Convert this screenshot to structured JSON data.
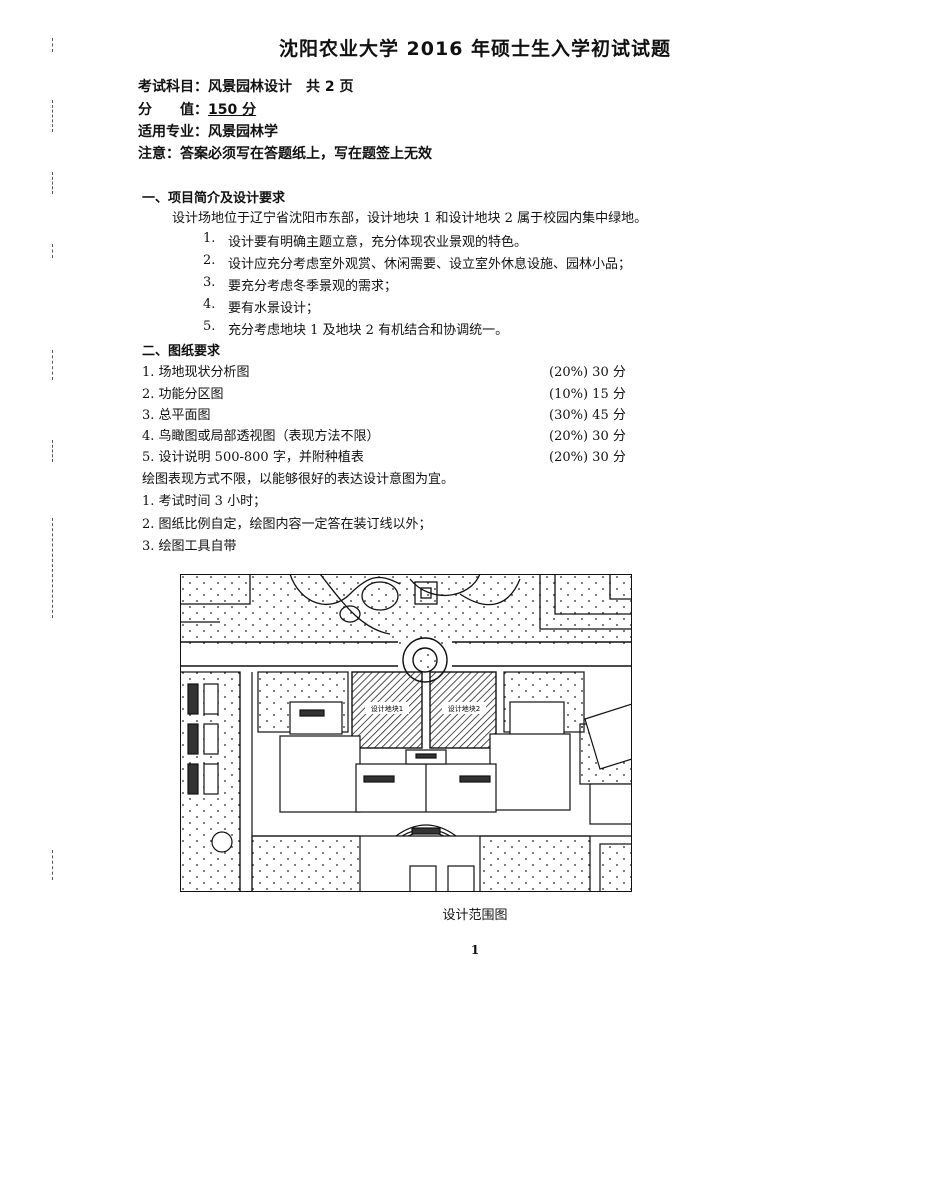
{
  "title": "沈阳农业大学 2016 年硕士生入学初试试题",
  "meta": {
    "subject_label": "考试科目：",
    "subject_value": "风景园林设计　共 2 页",
    "score_label": "分　　值：",
    "score_value": "150 分",
    "major_label": "适用专业：",
    "major_value": "风景园林学",
    "notice_label": "注意：",
    "notice_value": "答案必须写在答题纸上，写在题签上无效"
  },
  "section1": {
    "heading": "一、项目简介及设计要求",
    "intro": "设计场地位于辽宁省沈阳市东部，设计地块 1 和设计地块 2 属于校园内集中绿地。",
    "requirements": [
      {
        "num": "1.",
        "text": "设计要有明确主题立意，充分体现农业景观的特色。"
      },
      {
        "num": "2.",
        "text": "设计应充分考虑室外观赏、休闲需要、设立室外休息设施、园林小品；"
      },
      {
        "num": "3.",
        "text": "要充分考虑冬季景观的需求；"
      },
      {
        "num": "4.",
        "text": "要有水景设计；"
      },
      {
        "num": "5.",
        "text": "充分考虑地块 1 及地块 2 有机结合和协调统一。"
      }
    ]
  },
  "section2": {
    "heading": "二、图纸要求",
    "items": [
      {
        "text": "1. 场地现状分析图",
        "score": "(20%) 30 分"
      },
      {
        "text": "2. 功能分区图",
        "score": "(10%) 15 分"
      },
      {
        "text": "3. 总平面图",
        "score": "(30%) 45 分"
      },
      {
        "text": "4. 鸟瞰图或局部透视图（表现方法不限）",
        "score": "(20%) 30 分"
      },
      {
        "text": "5. 设计说明 500-800 字，并附种植表",
        "score": "(20%) 30 分"
      }
    ],
    "notes": [
      "绘图表现方式不限，以能够很好的表达设计意图为宜。",
      "1. 考试时间 3 小时；",
      "2. 图纸比例自定，绘图内容一定答在装订线以外；",
      "3. 绘图工具自带"
    ]
  },
  "map": {
    "plot1_label": "设计地块1",
    "plot2_label": "设计地块2"
  },
  "caption": "设计范围图",
  "page_number": "1"
}
